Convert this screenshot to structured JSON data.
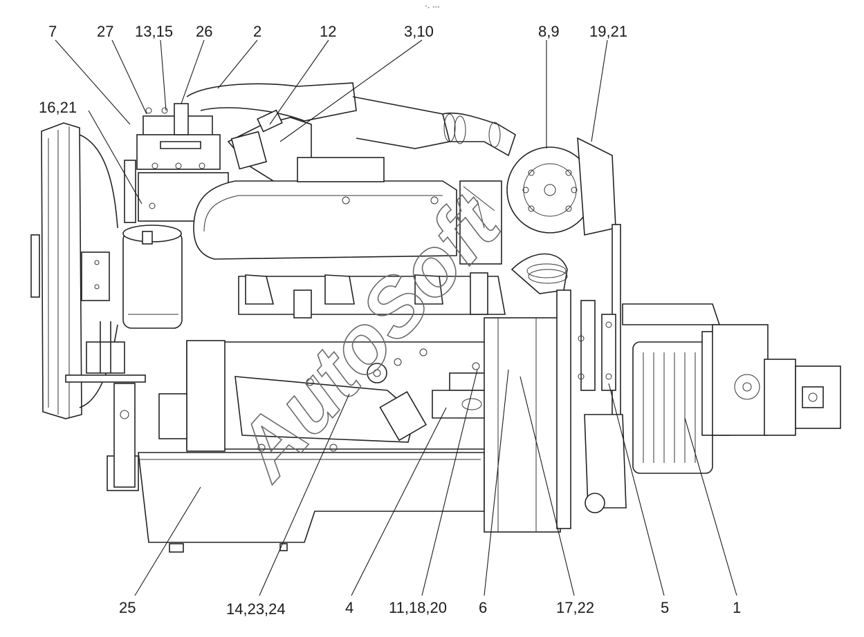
{
  "header": {
    "tiny_text": "°ₐ ∘∘∘"
  },
  "watermark": {
    "text": "AutoSoft"
  },
  "callouts": {
    "c7": "7",
    "c27": "27",
    "c13_15": "13,15",
    "c26": "26",
    "c2": "2",
    "c12": "12",
    "c3_10": "3,10",
    "c8_9": "8,9",
    "c19_21": "19,21",
    "c16_21": "16,21",
    "c25": "25",
    "c14_23_24": "14,23,24",
    "c4": "4",
    "c11_18_20": "11,18,20",
    "c6": "6",
    "c17_22": "17,22",
    "c5": "5",
    "c1": "1"
  }
}
